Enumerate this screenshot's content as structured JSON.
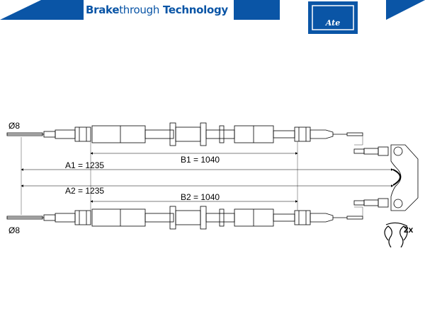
{
  "header": {
    "brand_bold_1": "Brake",
    "brand_thin": "through",
    "brand_bold_2": "Technology",
    "logo_text": "Ate",
    "brand_color": "#0a55a6"
  },
  "diagram": {
    "top_diameter": "Ø8",
    "bottom_diameter": "Ø8",
    "dim_b1": "B1 = 1040",
    "dim_a1": "A1 = 1235",
    "dim_a2": "A2 = 1235",
    "dim_b2": "B2 = 1040",
    "clip_quantity": "2x"
  }
}
